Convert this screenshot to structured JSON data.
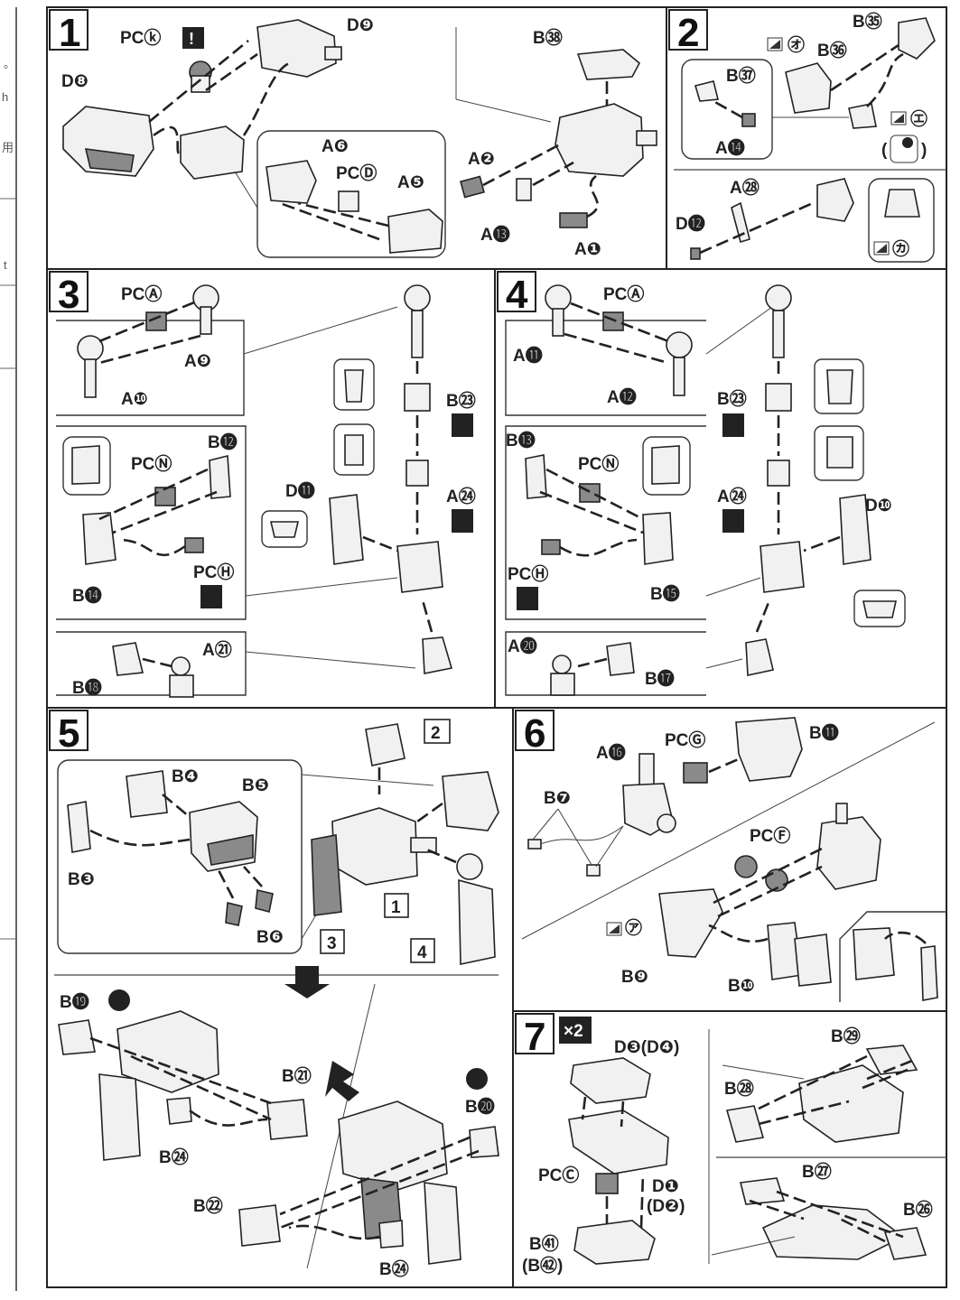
{
  "side_notes": [
    "。",
    "h",
    "用",
    "t"
  ],
  "steps": [
    {
      "num": "1",
      "labels": [
        "PCⓚ",
        "D❾",
        "D❽",
        "A❻",
        "PCⒹ",
        "A❺",
        "B㊳",
        "A❷",
        "A⓭",
        "A❶"
      ]
    },
    {
      "num": "2",
      "labels": [
        "B㉟",
        "㋔",
        "B㊱",
        "B㊲",
        "A⓮",
        "㋓",
        "A㉘",
        "D⓬",
        "㋕"
      ]
    },
    {
      "num": "3",
      "labels": [
        "PCⒶ",
        "A❾",
        "A❿",
        "B㉓",
        "B⓬",
        "PCⓃ",
        "A㉔",
        "D⓫",
        "B⓮",
        "PCⒽ",
        "B⓲",
        "A㉑"
      ]
    },
    {
      "num": "4",
      "labels": [
        "PCⒶ",
        "A⓫",
        "A⓬",
        "B㉓",
        "B⓭",
        "PCⓃ",
        "A㉔",
        "D❿",
        "PCⒽ",
        "B⓯",
        "A⓴",
        "B⓱"
      ]
    },
    {
      "num": "5",
      "labels": [
        "B❹",
        "B❺",
        "B❸",
        "B❻",
        "B⓳",
        "B㉑",
        "B㉔",
        "B⓴",
        "B㉒",
        "B㉔"
      ],
      "refs": [
        "2",
        "1",
        "3",
        "4"
      ]
    },
    {
      "num": "6",
      "labels": [
        "PCⒼ",
        "B⓫",
        "A⓰",
        "B❼",
        "PCⒻ",
        "㋐",
        "B❾",
        "B❿"
      ]
    },
    {
      "num": "7",
      "badge": "×2",
      "labels": [
        "D❸(D❹)",
        "B㉙",
        "B㉘",
        "PCⒸ",
        "D❶",
        "(D❷)",
        "B㉗",
        "B㉖",
        "B㊶",
        "(B㊷)"
      ]
    }
  ],
  "colors": {
    "line": "#222222",
    "shade": "#8a8a8a",
    "panel": "#f1f1f1"
  }
}
